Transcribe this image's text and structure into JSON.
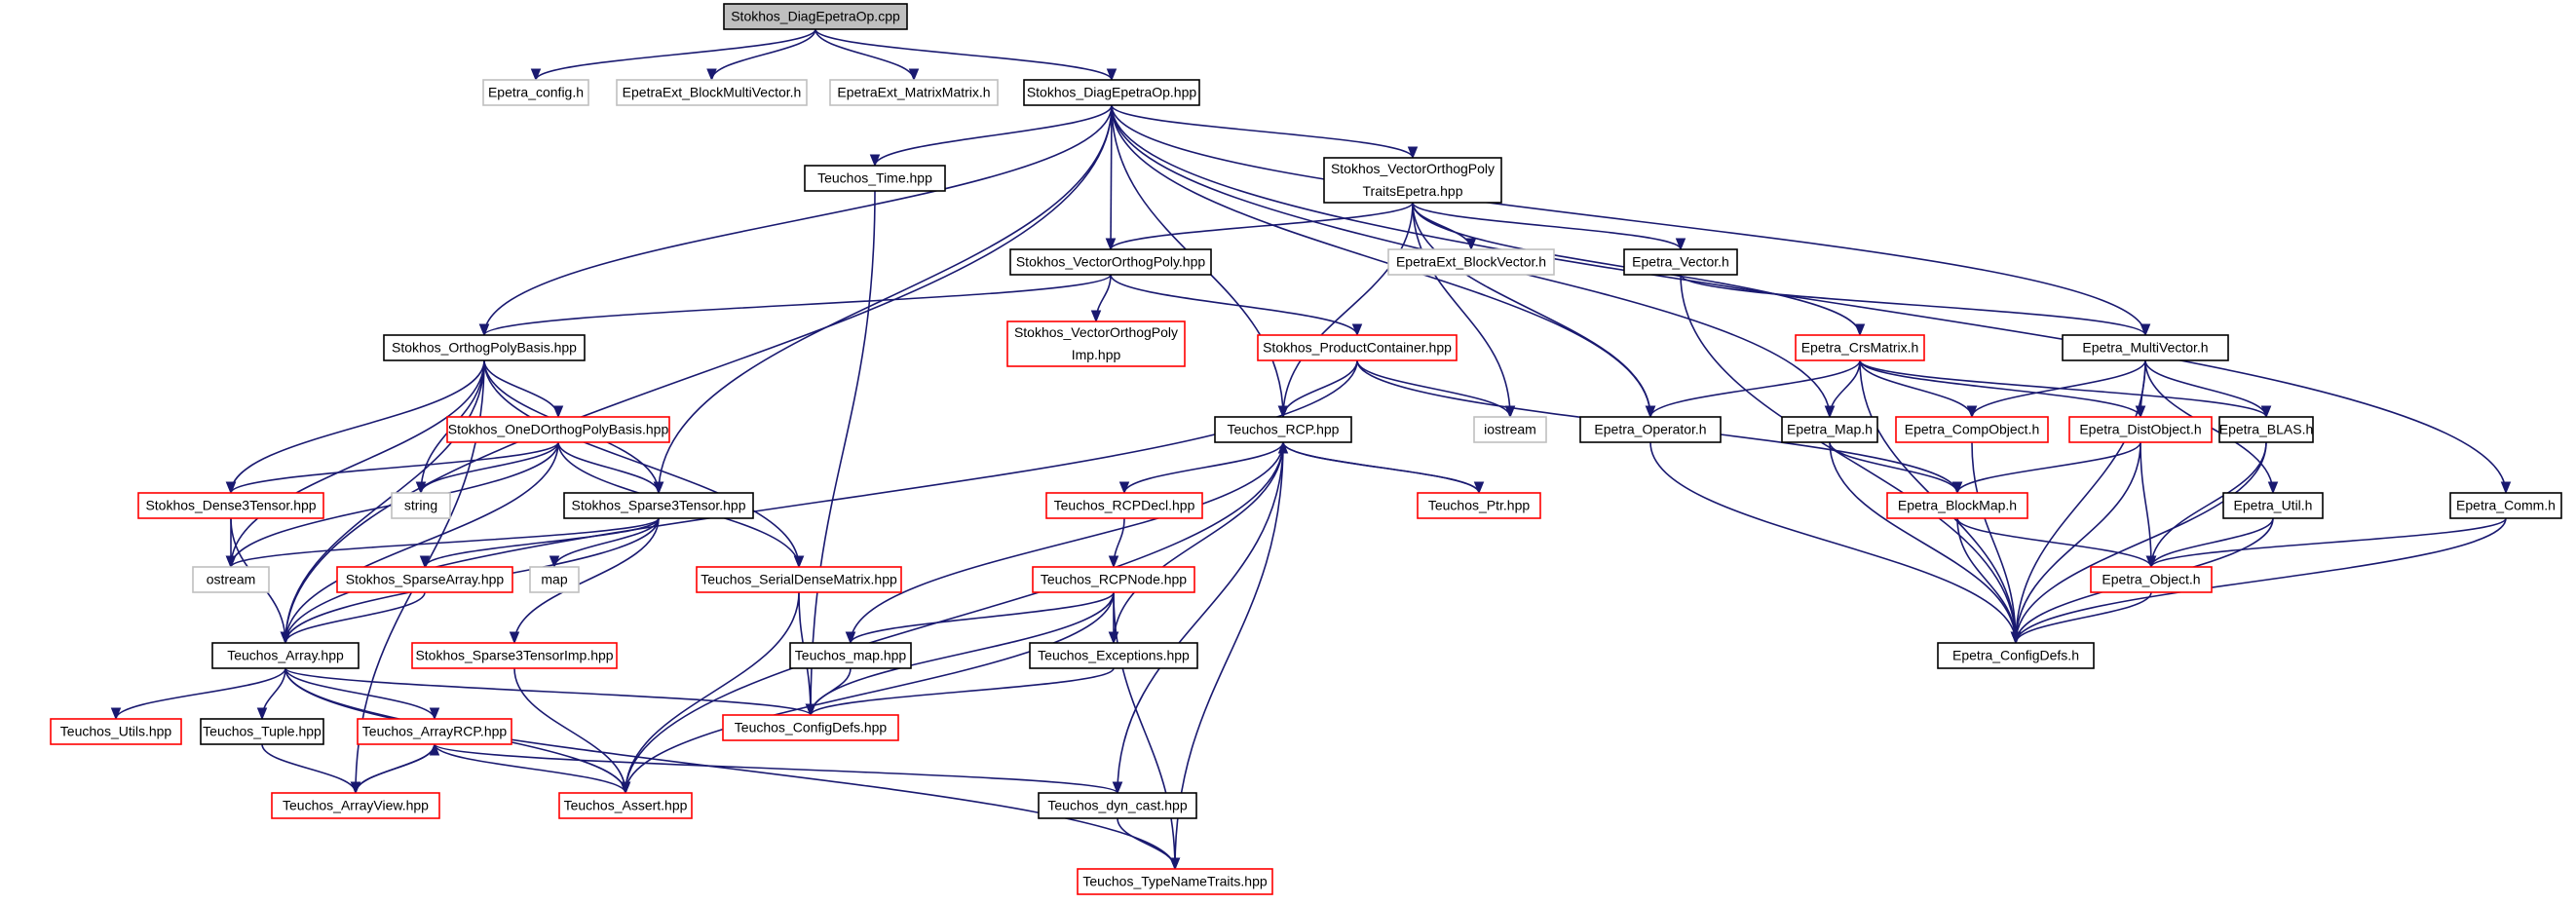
{
  "colors": {
    "edge": "#191970",
    "border_black": "#000000",
    "border_red": "#ff0000",
    "border_gray": "#bfbfbf",
    "fill_root": "#bfbfbf",
    "fill_default": "#ffffff",
    "text": "#000000"
  },
  "nodes": [
    {
      "id": "n1",
      "label": "Stokhos_DiagEpetraOp.cpp",
      "style": "root"
    },
    {
      "id": "n2",
      "label": "Epetra_config.h",
      "style": "gray"
    },
    {
      "id": "n3",
      "label": "EpetraExt_BlockMultiVector.h",
      "style": "gray"
    },
    {
      "id": "n4",
      "label": "EpetraExt_MatrixMatrix.h",
      "style": "gray"
    },
    {
      "id": "n5",
      "label": "Stokhos_DiagEpetraOp.hpp",
      "style": "black"
    },
    {
      "id": "n6",
      "label": "Teuchos_Time.hpp",
      "style": "black"
    },
    {
      "id": "n7",
      "label": [
        "Stokhos_VectorOrthogPoly",
        "TraitsEpetra.hpp"
      ],
      "style": "black"
    },
    {
      "id": "n8",
      "label": "EpetraExt_BlockVector.h",
      "style": "gray"
    },
    {
      "id": "n9",
      "label": "Epetra_Vector.h",
      "style": "black"
    },
    {
      "id": "n10",
      "label": "Stokhos_VectorOrthogPoly.hpp",
      "style": "black"
    },
    {
      "id": "n11",
      "label": [
        "Stokhos_VectorOrthogPoly",
        "Imp.hpp"
      ],
      "style": "red"
    },
    {
      "id": "n12",
      "label": "Stokhos_ProductContainer.hpp",
      "style": "red"
    },
    {
      "id": "n13",
      "label": "Stokhos_OrthogPolyBasis.hpp",
      "style": "black"
    },
    {
      "id": "n14",
      "label": "Stokhos_OneDOrthogPolyBasis.hpp",
      "style": "red"
    },
    {
      "id": "n15",
      "label": "string",
      "style": "gray"
    },
    {
      "id": "n16",
      "label": "Stokhos_Dense3Tensor.hpp",
      "style": "red"
    },
    {
      "id": "n17",
      "label": "ostream",
      "style": "gray"
    },
    {
      "id": "n18",
      "label": "Stokhos_Sparse3Tensor.hpp",
      "style": "black"
    },
    {
      "id": "n19",
      "label": "map",
      "style": "gray"
    },
    {
      "id": "n20",
      "label": "Stokhos_SparseArray.hpp",
      "style": "red"
    },
    {
      "id": "n21",
      "label": "Teuchos_SerialDenseMatrix.hpp",
      "style": "red"
    },
    {
      "id": "n22",
      "label": "Stokhos_Sparse3TensorImp.hpp",
      "style": "red"
    },
    {
      "id": "n23",
      "label": "Teuchos_RCP.hpp",
      "style": "black"
    },
    {
      "id": "n24",
      "label": "iostream",
      "style": "gray"
    },
    {
      "id": "n25",
      "label": "Teuchos_Ptr.hpp",
      "style": "red"
    },
    {
      "id": "n26",
      "label": "Teuchos_RCPDecl.hpp",
      "style": "red"
    },
    {
      "id": "n27",
      "label": "Teuchos_RCPNode.hpp",
      "style": "red"
    },
    {
      "id": "n28",
      "label": "Teuchos_map.hpp",
      "style": "black"
    },
    {
      "id": "n29",
      "label": "Teuchos_Exceptions.hpp",
      "style": "black"
    },
    {
      "id": "n30",
      "label": "Teuchos_ConfigDefs.hpp",
      "style": "red"
    },
    {
      "id": "n31",
      "label": "Teuchos_Array.hpp",
      "style": "black"
    },
    {
      "id": "n32",
      "label": "Teuchos_Utils.hpp",
      "style": "red"
    },
    {
      "id": "n33",
      "label": "Teuchos_Tuple.hpp",
      "style": "black"
    },
    {
      "id": "n34",
      "label": "Teuchos_ArrayRCP.hpp",
      "style": "red"
    },
    {
      "id": "n35",
      "label": "Teuchos_ArrayView.hpp",
      "style": "red"
    },
    {
      "id": "n36",
      "label": "Teuchos_Assert.hpp",
      "style": "red"
    },
    {
      "id": "n37",
      "label": "Teuchos_dyn_cast.hpp",
      "style": "black"
    },
    {
      "id": "n38",
      "label": "Teuchos_TypeNameTraits.hpp",
      "style": "red"
    },
    {
      "id": "n39",
      "label": "Epetra_CrsMatrix.h",
      "style": "red"
    },
    {
      "id": "n40",
      "label": "Epetra_MultiVector.h",
      "style": "black"
    },
    {
      "id": "n41",
      "label": "Epetra_Operator.h",
      "style": "black"
    },
    {
      "id": "n42",
      "label": "Epetra_Map.h",
      "style": "black"
    },
    {
      "id": "n43",
      "label": "Epetra_CompObject.h",
      "style": "red"
    },
    {
      "id": "n44",
      "label": "Epetra_DistObject.h",
      "style": "red"
    },
    {
      "id": "n45",
      "label": "Epetra_BLAS.h",
      "style": "black"
    },
    {
      "id": "n46",
      "label": "Epetra_BlockMap.h",
      "style": "red"
    },
    {
      "id": "n47",
      "label": "Epetra_Util.h",
      "style": "black"
    },
    {
      "id": "n48",
      "label": "Epetra_Comm.h",
      "style": "black"
    },
    {
      "id": "n49",
      "label": "Epetra_Object.h",
      "style": "red"
    },
    {
      "id": "n50",
      "label": "Epetra_ConfigDefs.h",
      "style": "black"
    }
  ],
  "edges": [
    [
      "n1",
      "n2"
    ],
    [
      "n1",
      "n3"
    ],
    [
      "n1",
      "n4"
    ],
    [
      "n1",
      "n5"
    ],
    [
      "n5",
      "n31"
    ],
    [
      "n5",
      "n13"
    ],
    [
      "n5",
      "n18"
    ],
    [
      "n5",
      "n6"
    ],
    [
      "n5",
      "n23"
    ],
    [
      "n5",
      "n10"
    ],
    [
      "n5",
      "n7"
    ],
    [
      "n5",
      "n41"
    ],
    [
      "n5",
      "n42"
    ],
    [
      "n5",
      "n40"
    ],
    [
      "n5",
      "n48"
    ],
    [
      "n6",
      "n30"
    ],
    [
      "n7",
      "n10"
    ],
    [
      "n7",
      "n23"
    ],
    [
      "n7",
      "n8"
    ],
    [
      "n7",
      "n24"
    ],
    [
      "n7",
      "n41"
    ],
    [
      "n7",
      "n9"
    ],
    [
      "n7",
      "n39"
    ],
    [
      "n10",
      "n13"
    ],
    [
      "n10",
      "n11"
    ],
    [
      "n10",
      "n12"
    ],
    [
      "n9",
      "n40"
    ],
    [
      "n9",
      "n50"
    ],
    [
      "n12",
      "n31"
    ],
    [
      "n12",
      "n23"
    ],
    [
      "n12",
      "n24"
    ],
    [
      "n12",
      "n46"
    ],
    [
      "n13",
      "n16"
    ],
    [
      "n13",
      "n17"
    ],
    [
      "n13",
      "n15"
    ],
    [
      "n13",
      "n14"
    ],
    [
      "n13",
      "n18"
    ],
    [
      "n13",
      "n21"
    ],
    [
      "n13",
      "n31"
    ],
    [
      "n13",
      "n35"
    ],
    [
      "n14",
      "n16"
    ],
    [
      "n14",
      "n15"
    ],
    [
      "n14",
      "n17"
    ],
    [
      "n14",
      "n18"
    ],
    [
      "n14",
      "n21"
    ],
    [
      "n14",
      "n31"
    ],
    [
      "n16",
      "n17"
    ],
    [
      "n16",
      "n31"
    ],
    [
      "n18",
      "n17"
    ],
    [
      "n18",
      "n19"
    ],
    [
      "n18",
      "n20"
    ],
    [
      "n18",
      "n22"
    ],
    [
      "n18",
      "n31"
    ],
    [
      "n20",
      "n31"
    ],
    [
      "n21",
      "n30"
    ],
    [
      "n21",
      "n36"
    ],
    [
      "n22",
      "n36"
    ],
    [
      "n23",
      "n26"
    ],
    [
      "n23",
      "n25"
    ],
    [
      "n23",
      "n28"
    ],
    [
      "n23",
      "n29"
    ],
    [
      "n23",
      "n36"
    ],
    [
      "n23",
      "n37"
    ],
    [
      "n23",
      "n38"
    ],
    [
      "n25",
      "n23"
    ],
    [
      "n26",
      "n27"
    ],
    [
      "n27",
      "n28"
    ],
    [
      "n27",
      "n29"
    ],
    [
      "n27",
      "n30"
    ],
    [
      "n27",
      "n36"
    ],
    [
      "n27",
      "n38"
    ],
    [
      "n28",
      "n30"
    ],
    [
      "n29",
      "n30"
    ],
    [
      "n31",
      "n32"
    ],
    [
      "n31",
      "n33"
    ],
    [
      "n31",
      "n34"
    ],
    [
      "n31",
      "n30"
    ],
    [
      "n31",
      "n36"
    ],
    [
      "n31",
      "n38"
    ],
    [
      "n33",
      "n35"
    ],
    [
      "n34",
      "n35"
    ],
    [
      "n34",
      "n36"
    ],
    [
      "n34",
      "n37"
    ],
    [
      "n35",
      "n34"
    ],
    [
      "n37",
      "n38"
    ],
    [
      "n39",
      "n41"
    ],
    [
      "n39",
      "n42"
    ],
    [
      "n39",
      "n43"
    ],
    [
      "n39",
      "n44"
    ],
    [
      "n39",
      "n45"
    ],
    [
      "n39",
      "n50"
    ],
    [
      "n40",
      "n43"
    ],
    [
      "n40",
      "n44"
    ],
    [
      "n40",
      "n45"
    ],
    [
      "n40",
      "n47"
    ],
    [
      "n40",
      "n50"
    ],
    [
      "n41",
      "n50"
    ],
    [
      "n42",
      "n46"
    ],
    [
      "n42",
      "n50"
    ],
    [
      "n43",
      "n50"
    ],
    [
      "n44",
      "n46"
    ],
    [
      "n44",
      "n49"
    ],
    [
      "n44",
      "n50"
    ],
    [
      "n45",
      "n49"
    ],
    [
      "n45",
      "n50"
    ],
    [
      "n46",
      "n49"
    ],
    [
      "n46",
      "n50"
    ],
    [
      "n47",
      "n49"
    ],
    [
      "n47",
      "n50"
    ],
    [
      "n48",
      "n49"
    ],
    [
      "n48",
      "n50"
    ],
    [
      "n49",
      "n50"
    ]
  ]
}
